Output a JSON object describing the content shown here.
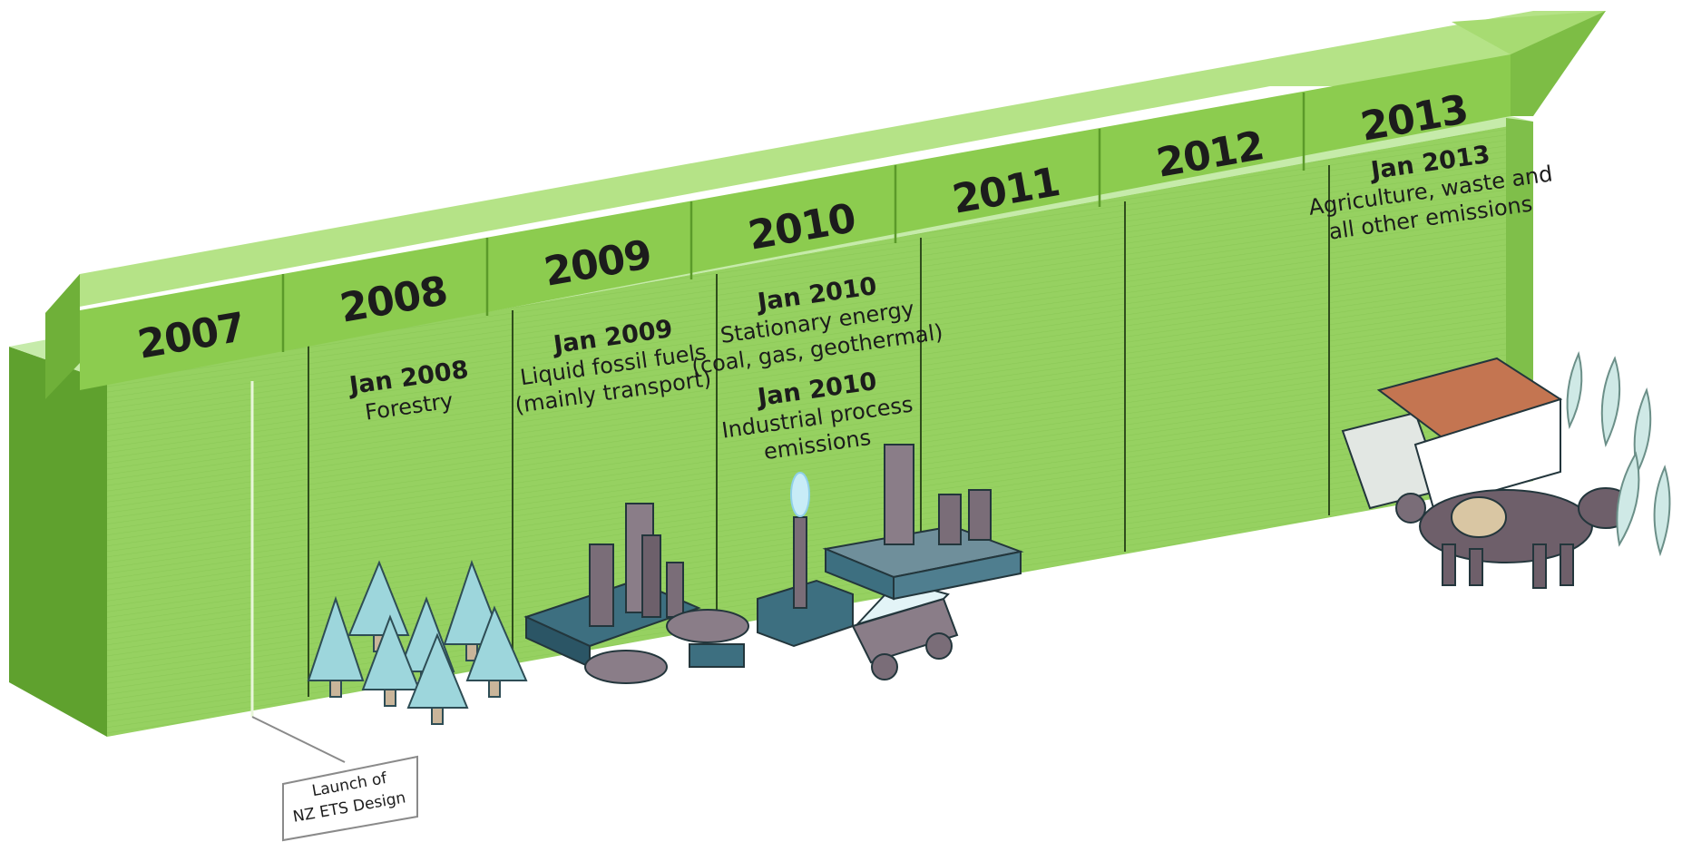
{
  "colors": {
    "band_top": "#a9dc7a",
    "band_front": "#8ccc4f",
    "wall_front": "#96d161",
    "wall_side": "#5fa12e",
    "ink": "#1c1c1c",
    "tree": "#9dd6dc",
    "factory": "#7a6d78"
  },
  "timeline": {
    "years": [
      "2007",
      "2008",
      "2009",
      "2010",
      "2011",
      "2012",
      "2013"
    ]
  },
  "events": [
    {
      "date": "Jan 2008",
      "lines": [
        "Forestry"
      ],
      "icon": "forestry-trees-icon"
    },
    {
      "date": "Jan 2009",
      "lines": [
        "Liquid fossil fuels",
        "(mainly transport)"
      ],
      "icon": "refinery-icon"
    },
    {
      "date": "Jan 2010",
      "lines": [
        "Stationary energy",
        "(coal, gas, geothermal)"
      ],
      "icon": "power-station-icon"
    },
    {
      "date": "Jan 2010",
      "lines": [
        "Industrial process",
        "emissions"
      ],
      "icon": "industrial-plant-icon"
    },
    {
      "date": "Jan 2013",
      "lines": [
        "Agriculture, waste and",
        "all other emissions"
      ],
      "icon": "agriculture-waste-icon"
    }
  ],
  "launch_note": {
    "lines": [
      "Launch of",
      "NZ ETS Design"
    ]
  }
}
